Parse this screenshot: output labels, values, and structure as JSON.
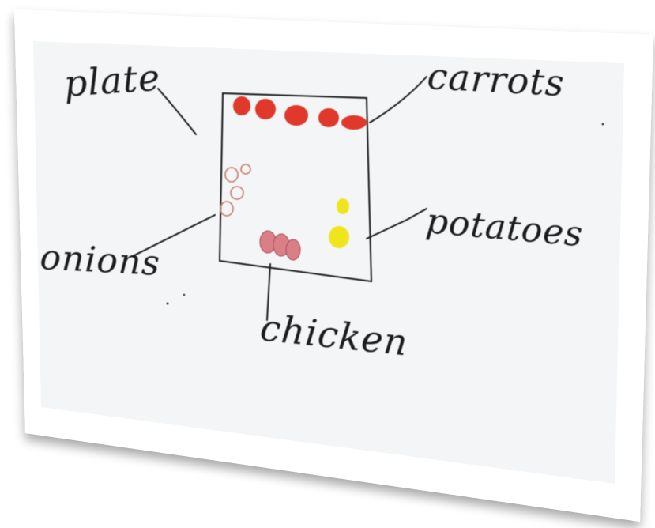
{
  "photo": {
    "background_color": "#ffffff",
    "card_color": "#f3f5f7",
    "ink_color": "#1d1d1d"
  },
  "drawing": {
    "labels": {
      "plate": "plate",
      "carrots": "carrots",
      "potatoes": "potatoes",
      "onions": "onions",
      "chicken": "chicken"
    },
    "colors": {
      "carrots": "#e0382a",
      "potatoes": "#f0e51c",
      "onions": "#c97c6a",
      "chicken": "#d97f85"
    }
  }
}
